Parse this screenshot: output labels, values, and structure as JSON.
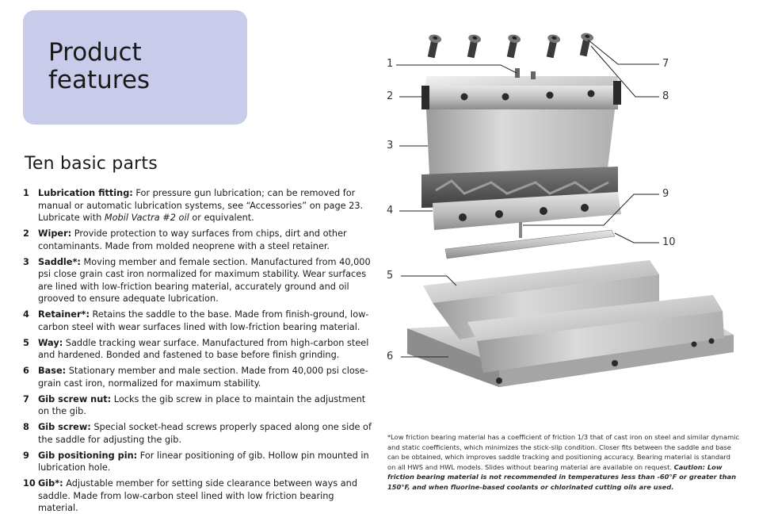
{
  "header": {
    "title": "Product features"
  },
  "section": {
    "heading": "Ten basic parts"
  },
  "parts": [
    {
      "num": "1",
      "name": "Lubrication fitting:",
      "desc_a": " For pressure gun lubrication; can be removed for manual or automatic lubrication systems, see “Accessories” on page 23. Lubricate with ",
      "desc_em": "Mobil Vactra #2 oil",
      "desc_b": " or equivalent."
    },
    {
      "num": "2",
      "name": "Wiper:",
      "desc_a": " Provide protection to way surfaces from chips, dirt and other contaminants. Made from molded neoprene with a steel retainer."
    },
    {
      "num": "3",
      "name": "Saddle*:",
      "desc_a": " Moving member and female section. Manufactured from 40,000 psi close grain cast iron normalized for maximum stability. Wear surfaces are lined with low-friction bearing material, accurately ground and oil grooved to ensure adequate lubrication."
    },
    {
      "num": "4",
      "name": "Retainer*:",
      "desc_a": " Retains the saddle to the base. Made from finish-ground, low-carbon steel with wear surfaces lined with low-friction bearing material."
    },
    {
      "num": "5",
      "name": "Way:",
      "desc_a": " Saddle tracking wear surface. Manufactured from high-carbon steel and hardened. Bonded and fastened to base before finish grinding."
    },
    {
      "num": "6",
      "name": "Base:",
      "desc_a": " Stationary member and male section. Made from 40,000 psi close-grain cast iron, normalized for maximum stability."
    },
    {
      "num": "7",
      "name": "Gib screw nut:",
      "desc_a": " Locks the gib screw in place to maintain the adjustment on the gib."
    },
    {
      "num": "8",
      "name": "Gib screw:",
      "desc_a": " Special socket-head screws properly spaced along one side of the saddle for adjusting the gib."
    },
    {
      "num": "9",
      "name": "Gib positioning pin:",
      "desc_a": " For linear positioning of gib. Hollow pin mounted in lubrication hole."
    },
    {
      "num": "10",
      "name": "Gib*:",
      "desc_a": " Adjustable member for setting side clearance between ways and saddle. Made from low-carbon steel lined with low friction bearing material."
    }
  ],
  "callouts": {
    "c1": "1",
    "c2": "2",
    "c3": "3",
    "c4": "4",
    "c5": "5",
    "c6": "6",
    "c7": "7",
    "c8": "8",
    "c9": "9",
    "c10": "10"
  },
  "footnote": {
    "text": "*Low friction bearing material has a coefficient of friction 1/3 that of cast iron on steel and similar dynamic and static coefficients, which minimizes the stick-slip condition. Closer fits between the saddle and base can be obtained, which improves saddle tracking and positioning accuracy. Bearing material is standard on all HWS and HWL models. Slides without bearing material are available on request. ",
    "caution": "Caution: Low friction bearing material is not recommended in temperatures less than -60°F or greater than 150°F, and when fluorine-based coolants or chlorinated cutting oils are used."
  },
  "colors": {
    "title_box": "#c8cbea",
    "text": "#1a1a1a",
    "metal_light": "#d8d8d8",
    "metal_dark": "#5a5a5a"
  }
}
